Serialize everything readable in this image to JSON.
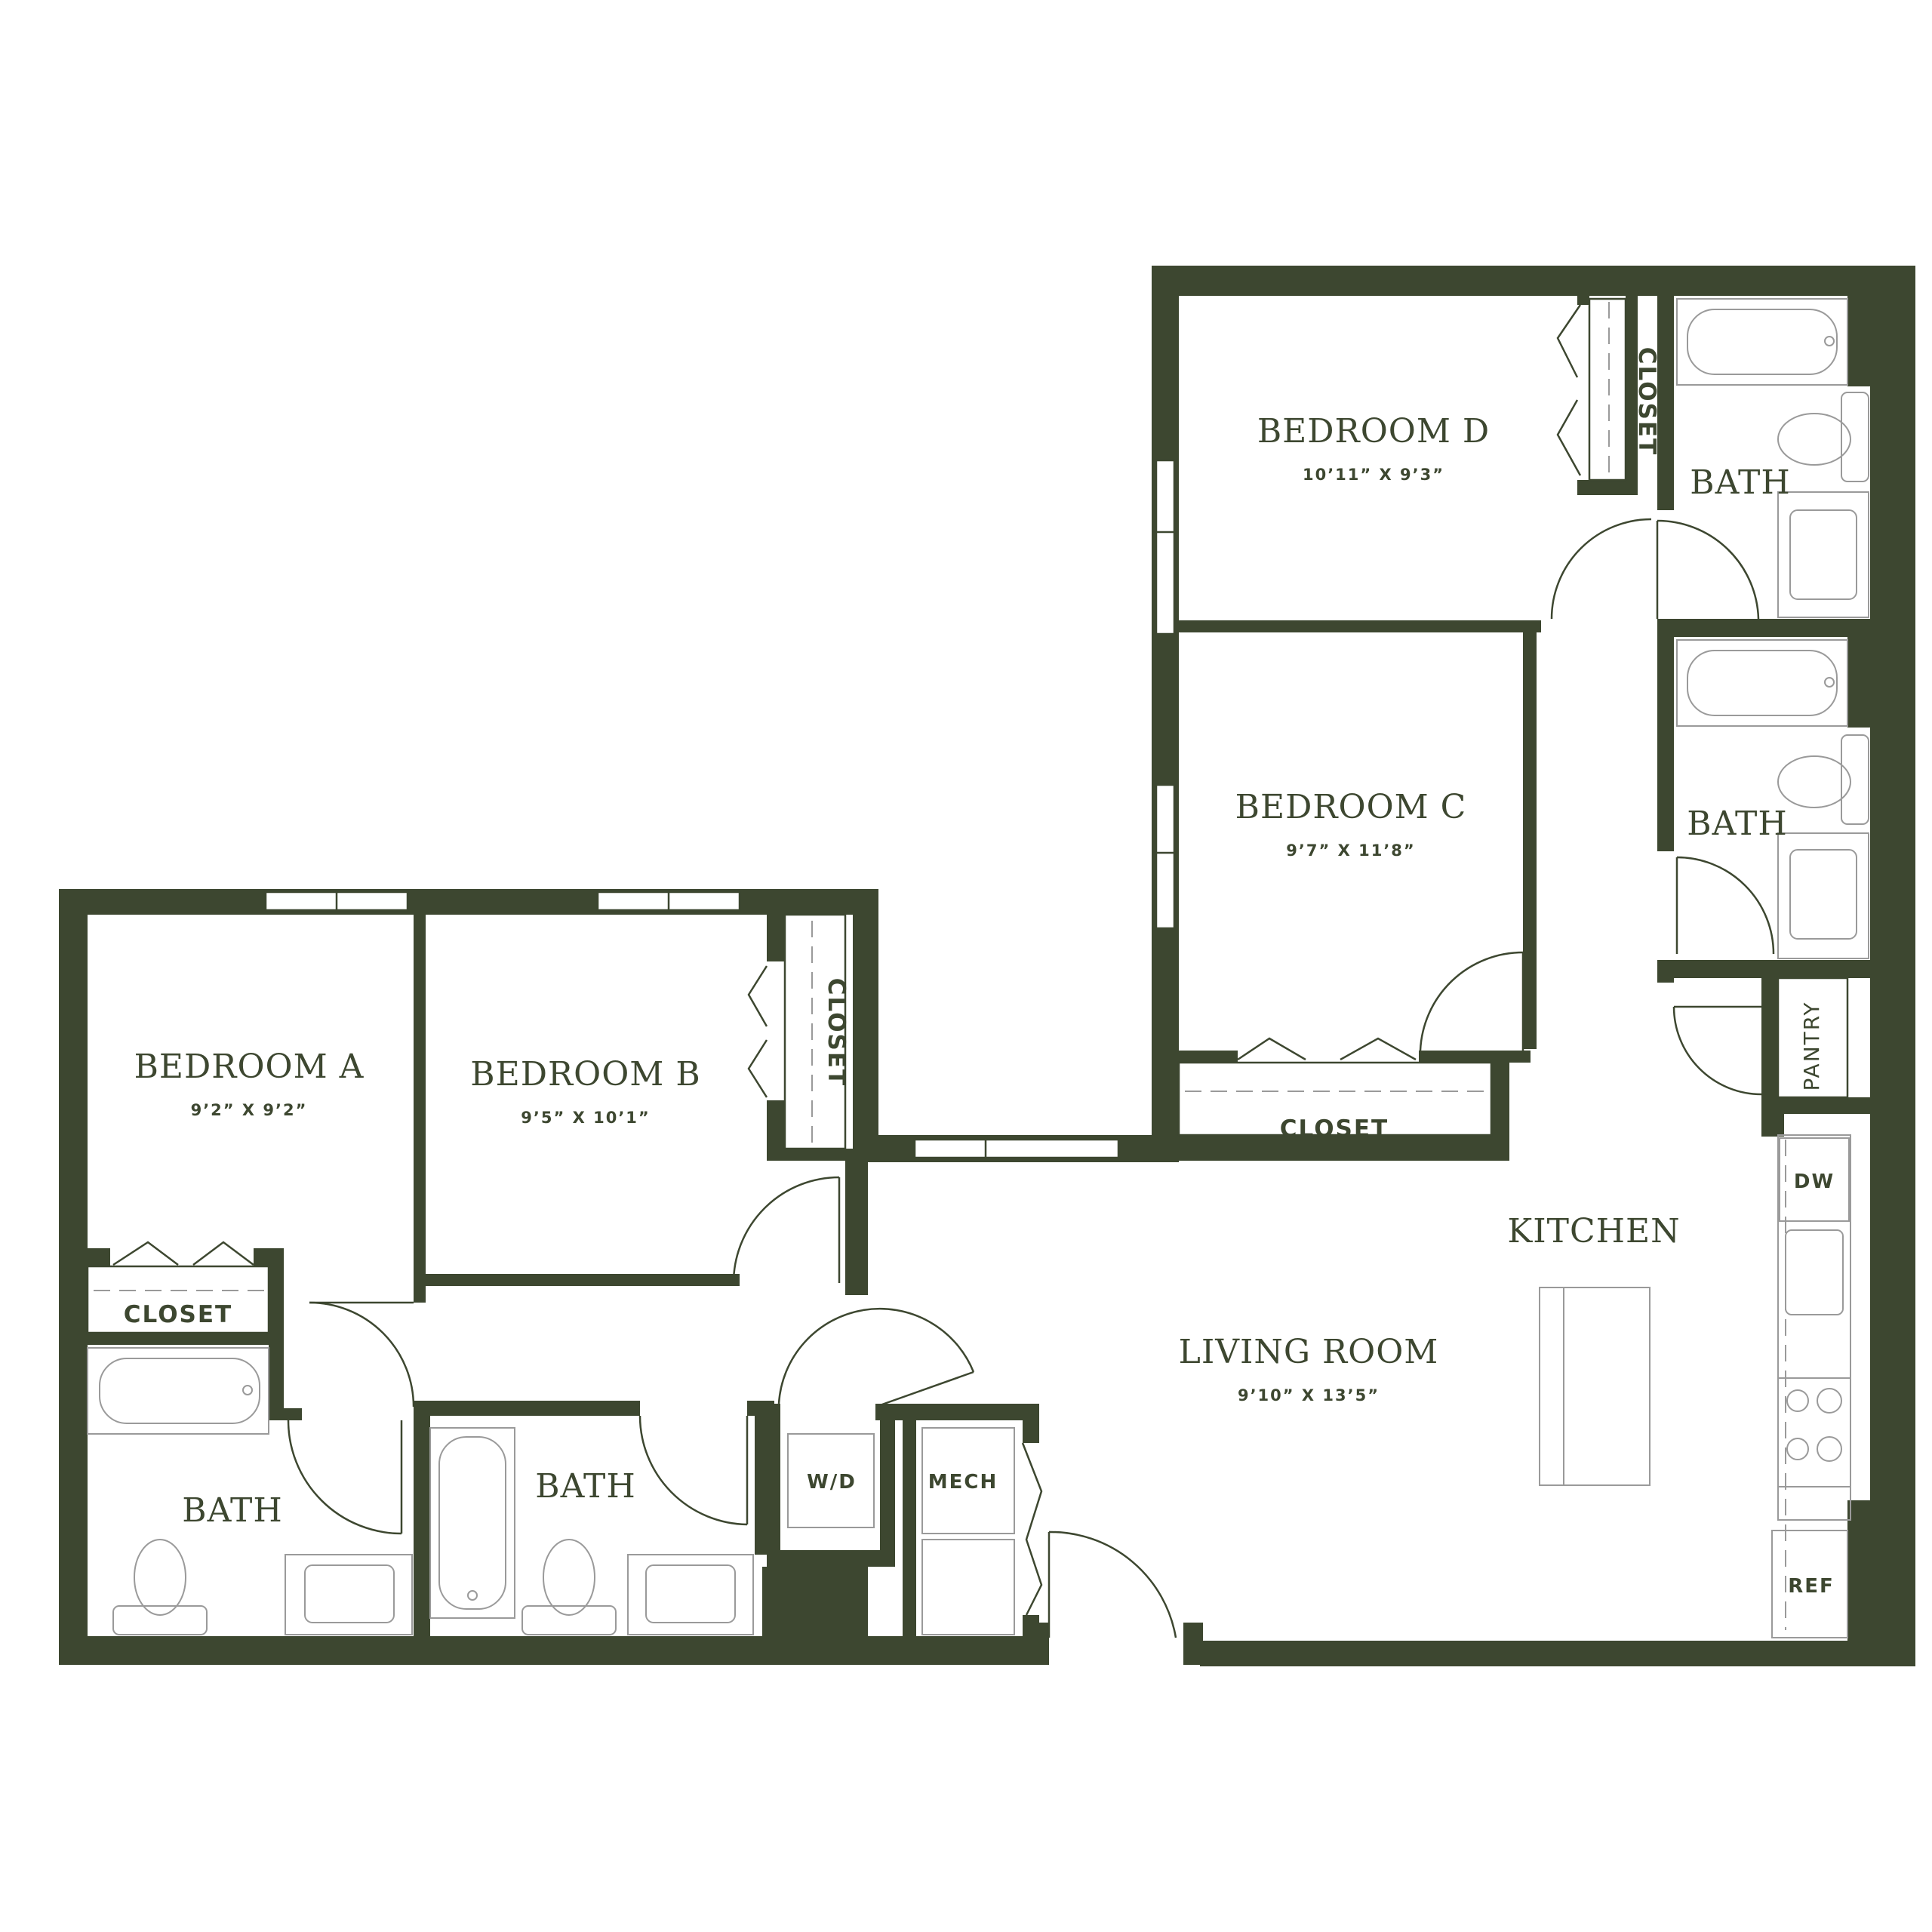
{
  "palette": {
    "wall": "#3d4730",
    "fixture": "#9a9a9a",
    "background": "#ffffff"
  },
  "rooms": {
    "bedroom_a": {
      "name": "BEDROOM A",
      "size": "9’2” X 9’2”"
    },
    "bedroom_b": {
      "name": "BEDROOM B",
      "size": "9’5” X 10’1”"
    },
    "bedroom_c": {
      "name": "BEDROOM C",
      "size": "9’7” X 11’8”"
    },
    "bedroom_d": {
      "name": "BEDROOM D",
      "size": "10’11” X 9’3”"
    },
    "living_room": {
      "name": "LIVING ROOM",
      "size": "9’10” X 13’5”"
    },
    "kitchen": {
      "name": "KITCHEN"
    },
    "bath_a": {
      "name": "BATH"
    },
    "bath_b": {
      "name": "BATH"
    },
    "bath_c": {
      "name": "BATH"
    },
    "bath_d": {
      "name": "BATH"
    }
  },
  "labels": {
    "closet_a": "CLOSET",
    "closet_b": "CLOSET",
    "closet_c": "CLOSET",
    "closet_d": "CLOSET",
    "pantry": "PANTRY",
    "washer_dryer": "W/D",
    "mech": "MECH",
    "dishwasher": "DW",
    "refrigerator": "REF"
  }
}
